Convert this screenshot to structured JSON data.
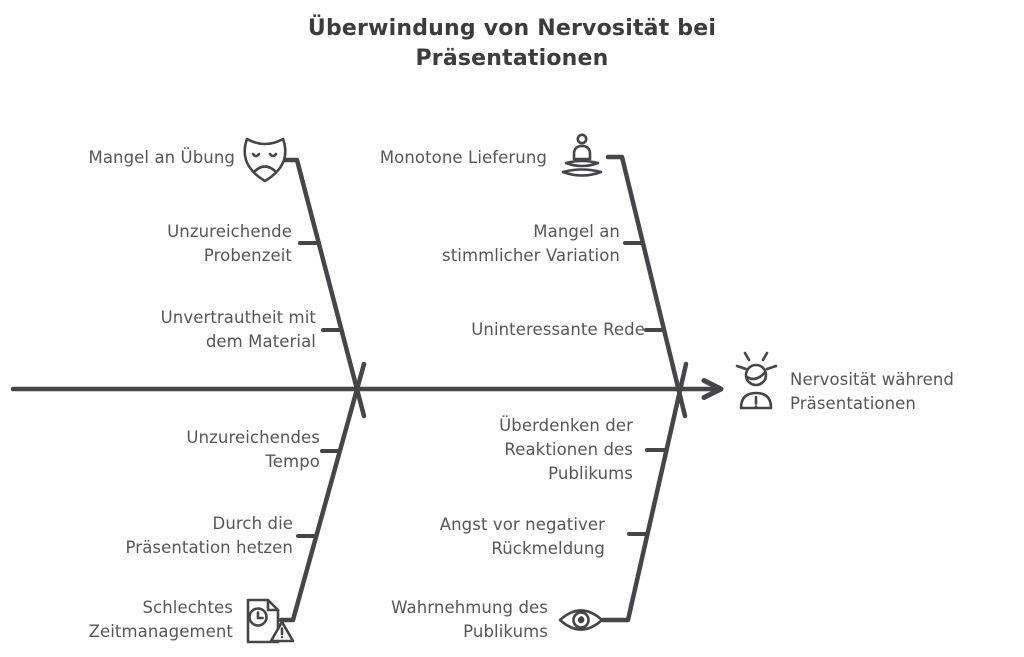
{
  "title": "Überwindung von Nervosität bei\nPräsentationen",
  "effect": {
    "label": "Nervosität während\nPräsentationen",
    "icon": "stressed-person-icon"
  },
  "branches": [
    {
      "id": "top-left",
      "label": "Mangel an Übung",
      "icon": "theater-mask-icon",
      "causes": [
        "Unzureichende\nProbenzeit",
        "Unvertrautheit mit\ndem Material"
      ]
    },
    {
      "id": "top-right",
      "label": "Monotone Lieferung",
      "icon": "speaker-podium-icon",
      "causes": [
        "Mangel an\nstimmlicher Variation",
        "Uninteressante Rede"
      ]
    },
    {
      "id": "bottom-left",
      "label": "Schlechtes\nZeitmanagement",
      "icon": "time-warning-document-icon",
      "causes": [
        "Unzureichendes\nTempo",
        "Durch die\nPräsentation hetzen"
      ]
    },
    {
      "id": "bottom-right",
      "label": "Wahrnehmung des\nPublikums",
      "icon": "eye-icon",
      "causes": [
        "Überdenken der\nReaktionen des\nPublikums",
        "Angst vor negativer\nRückmeldung"
      ]
    }
  ],
  "colors": {
    "line": "#45454a",
    "text": "#55555c",
    "title": "#3b3b40",
    "background": "#ffffff"
  },
  "diagram_type": "fishbone"
}
